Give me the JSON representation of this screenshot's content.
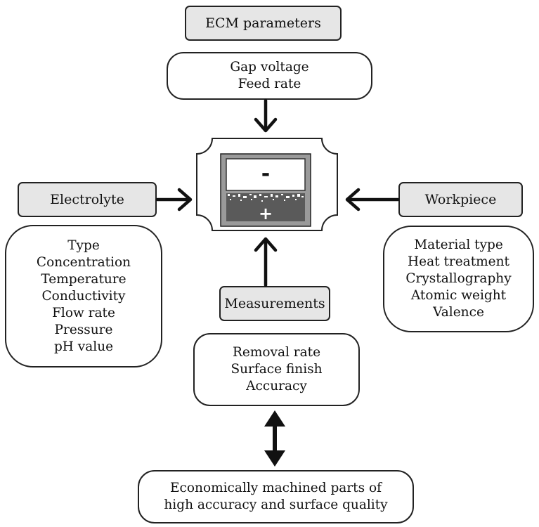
{
  "headers": {
    "ecm_parameters": "ECM parameters",
    "electrolyte": "Electrolyte",
    "workpiece": "Workpiece",
    "measurements": "Measurements"
  },
  "ecm_parameters_list": [
    "Gap voltage",
    "Feed rate"
  ],
  "electrolyte_list": [
    "Type",
    "Concentration",
    "Temperature",
    "Conductivity",
    "Flow rate",
    "Pressure",
    "pH value"
  ],
  "workpiece_list": [
    "Material type",
    "Heat treatment",
    "Crystallography",
    "Atomic weight",
    "Valence"
  ],
  "measurements_list": [
    "Removal rate",
    "Surface finish",
    "Accuracy"
  ],
  "result_list": [
    "Economically machined parts of",
    "high accuracy and surface quality"
  ],
  "cell": {
    "cathode_sign": "-",
    "anode_sign": "+"
  },
  "colors": {
    "header_fill": "#e6e6e6",
    "cell_gray": "#9a9a9a",
    "anode_dark": "#5a5a5a",
    "stroke": "#222222"
  }
}
